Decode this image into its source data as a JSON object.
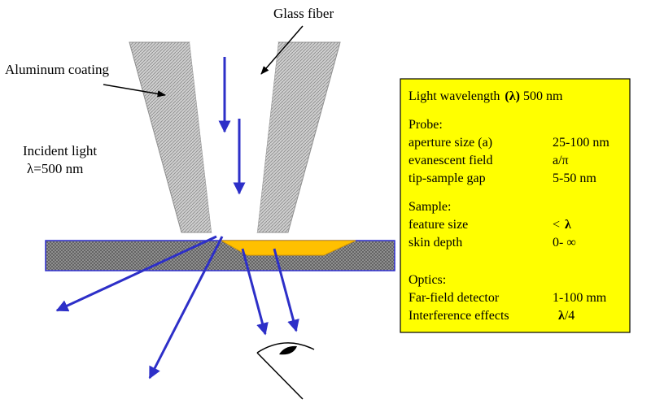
{
  "labels": {
    "glass_fiber": "Glass fiber",
    "aluminum_coating": "Aluminum coating",
    "incident_light_line1": "Incident light",
    "incident_light_line2": "λ=500 nm"
  },
  "info_box": {
    "title": {
      "label": "Light wavelength",
      "symbol": "(λ)",
      "value": "500 nm"
    },
    "sections": [
      {
        "heading": "Probe:",
        "rows": [
          {
            "label": "aperture size  (a)",
            "value": "25-100 nm"
          },
          {
            "label": "evanescent field",
            "value": "a/π"
          },
          {
            "label": "tip-sample gap",
            "value": "5-50 nm"
          }
        ]
      },
      {
        "heading": "Sample:",
        "rows": [
          {
            "label": "feature size",
            "value": "<",
            "value_symbol": "λ"
          },
          {
            "label": "skin depth",
            "value": "0- ∞"
          }
        ]
      },
      {
        "heading": "Optics:",
        "rows": [
          {
            "label": "Far-field detector",
            "value": "1-100 mm"
          },
          {
            "label": "Interference effects",
            "value_symbol": "λ",
            "value": "/4"
          }
        ]
      }
    ]
  },
  "colors": {
    "arrow": "#2d2fc8",
    "coating": "#c8c8c8",
    "substrate": "#8a8a8a",
    "feature": "#ffc000",
    "info_bg": "#ffff00"
  }
}
